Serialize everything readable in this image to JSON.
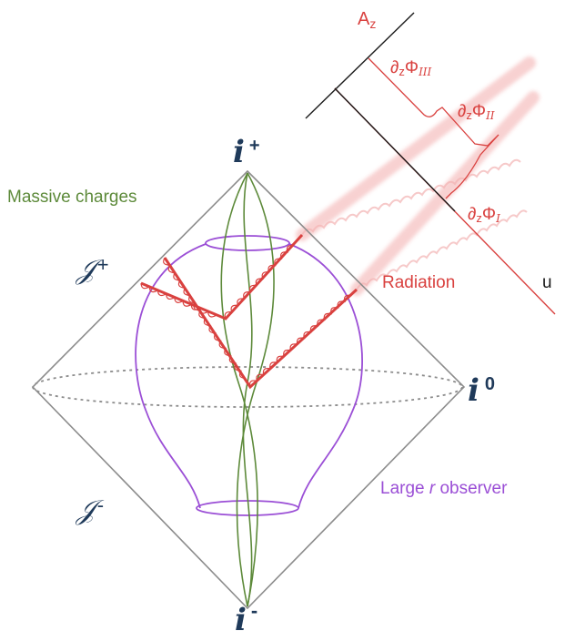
{
  "colors": {
    "frame": "#8c8c8c",
    "green": "#5d8a3a",
    "purple": "#9b4fd6",
    "red": "#d9413f",
    "radiation_glow": "#f7c9c9",
    "equator": "#8c8c8c",
    "ink": "#1f3a5a",
    "axis": "#1a1a1a"
  },
  "labels": {
    "i_plus_base": "i",
    "i_plus_sup": "+",
    "i_minus_base": "i",
    "i_minus_sup": "-",
    "i_zero_base": "i",
    "i_zero_sup": "0",
    "scri_plus_base": "𝒥",
    "scri_plus_sup": "+",
    "scri_minus_base": "𝒥",
    "scri_minus_sup": "-",
    "massive_charges": "Massive charges",
    "radiation": "Radiation",
    "large_r_observer_pre": "Large ",
    "large_r_observer_r": "r",
    "large_r_observer_post": " observer",
    "a_z_base": "A",
    "a_z_sub": "z",
    "u_axis": "u",
    "dphi_1_prefix": "∂",
    "dphi_1_z": "z",
    "dphi_1_phi": "Φ",
    "dphi_1_index": "I",
    "dphi_2_prefix": "∂",
    "dphi_2_z": "z",
    "dphi_2_phi": "Φ",
    "dphi_2_index": "II",
    "dphi_3_prefix": "∂",
    "dphi_3_z": "z",
    "dphi_3_phi": "Φ",
    "dphi_3_index": "III"
  }
}
